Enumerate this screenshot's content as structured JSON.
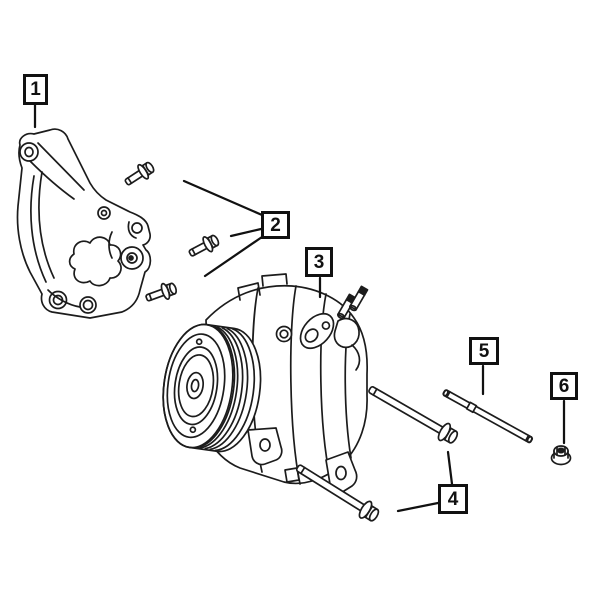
{
  "diagram": {
    "background_color": "#ffffff",
    "line_color": "#1c1c1c",
    "callout_border_color": "#111111",
    "callouts": [
      {
        "number": "1",
        "icon": "mounting-bracket-drawing"
      },
      {
        "number": "2",
        "icon": "small-hex-flange-bolts-drawing"
      },
      {
        "number": "3",
        "icon": "ac-compressor-drawing"
      },
      {
        "number": "4",
        "icon": "long-hex-flange-bolts-drawing"
      },
      {
        "number": "5",
        "icon": "threaded-stud-drawing"
      },
      {
        "number": "6",
        "icon": "hex-flange-nut-drawing"
      }
    ]
  }
}
